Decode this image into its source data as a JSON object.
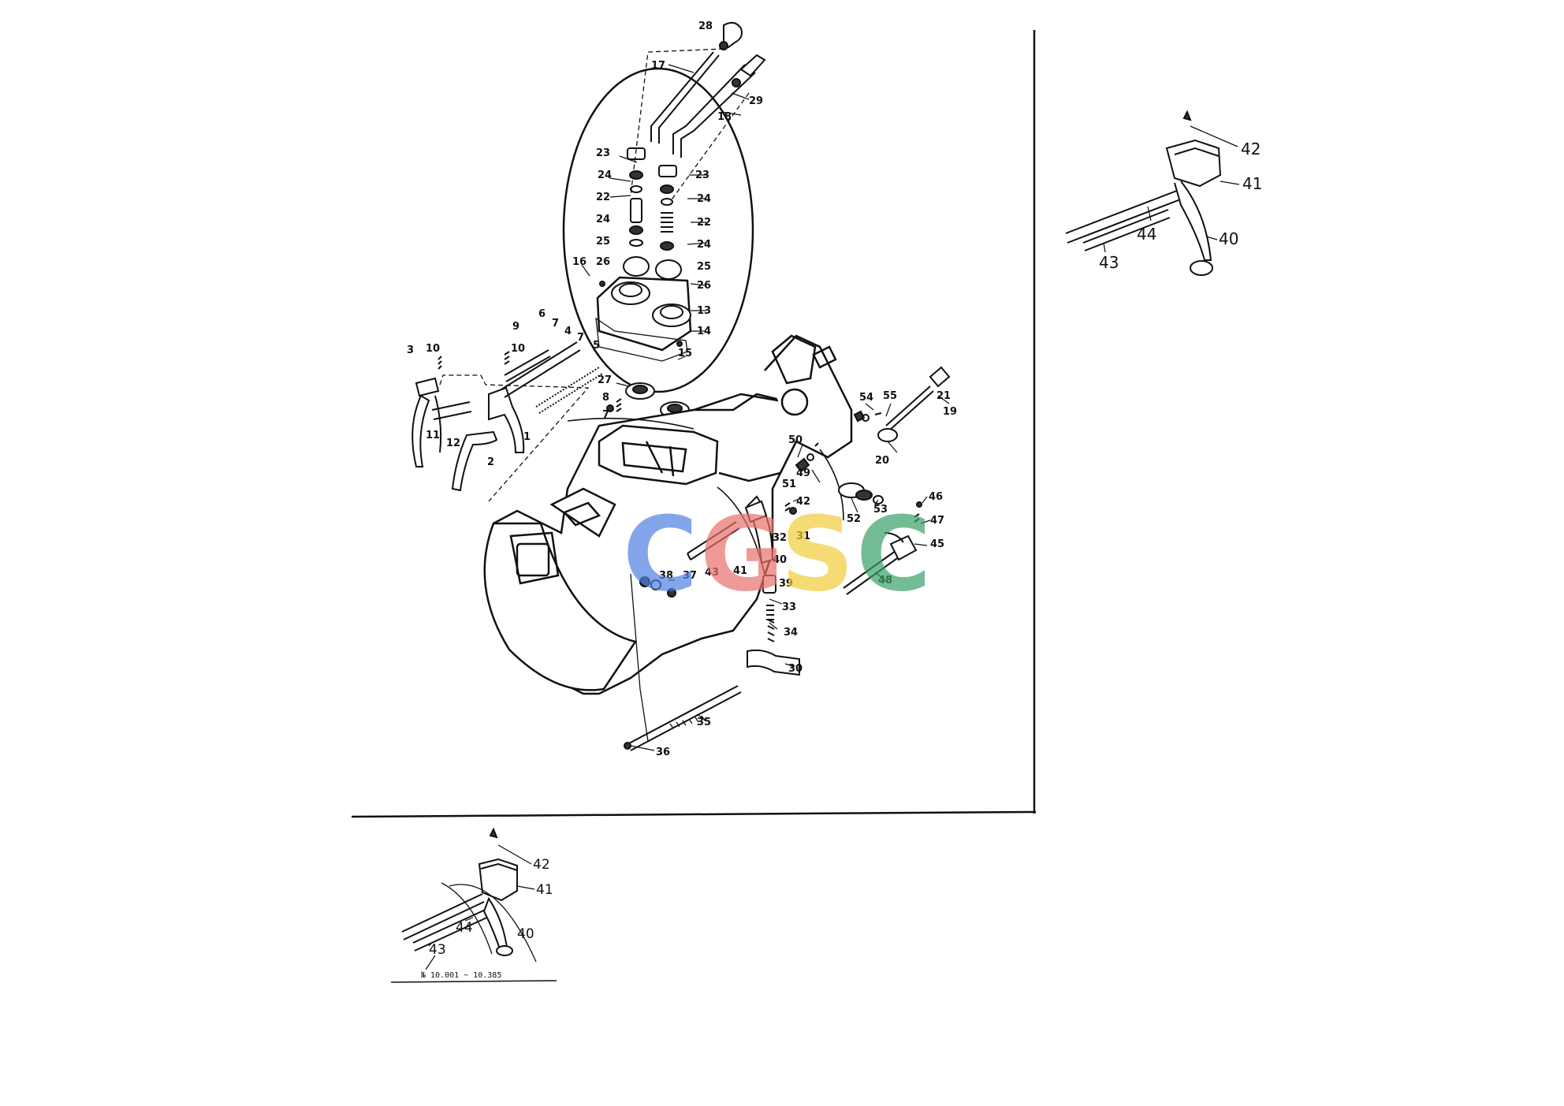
{
  "colors": {
    "ink": "#111111",
    "watermark_c1": "#4f7fe0",
    "watermark_g": "#e8706a",
    "watermark_s": "#f2cc3a",
    "watermark_c2": "#3aa06a"
  },
  "watermark": {
    "c1": "C",
    "g": "G",
    "s": "S",
    "c2": "C"
  },
  "main_labels": [
    {
      "id": "l28",
      "text": "28"
    },
    {
      "id": "l17",
      "text": "17"
    },
    {
      "id": "l29",
      "text": "29"
    },
    {
      "id": "l18",
      "text": "18"
    },
    {
      "id": "l23a",
      "text": "23"
    },
    {
      "id": "l23b",
      "text": "23"
    },
    {
      "id": "l24a",
      "text": "24"
    },
    {
      "id": "l24b",
      "text": "24"
    },
    {
      "id": "l22a",
      "text": "22"
    },
    {
      "id": "l22b",
      "text": "22"
    },
    {
      "id": "l24c",
      "text": "24"
    },
    {
      "id": "l24d",
      "text": "24"
    },
    {
      "id": "l25a",
      "text": "25"
    },
    {
      "id": "l25b",
      "text": "25"
    },
    {
      "id": "l26a",
      "text": "26"
    },
    {
      "id": "l26b",
      "text": "26"
    },
    {
      "id": "l16",
      "text": "16"
    },
    {
      "id": "l13",
      "text": "13"
    },
    {
      "id": "l14",
      "text": "14"
    },
    {
      "id": "l15",
      "text": "15"
    },
    {
      "id": "l27",
      "text": "27"
    },
    {
      "id": "l9",
      "text": "9"
    },
    {
      "id": "l6",
      "text": "6"
    },
    {
      "id": "l7a",
      "text": "7"
    },
    {
      "id": "l4",
      "text": "4"
    },
    {
      "id": "l7b",
      "text": "7"
    },
    {
      "id": "l5",
      "text": "5"
    },
    {
      "id": "l3",
      "text": "3"
    },
    {
      "id": "l10a",
      "text": "10"
    },
    {
      "id": "l10b",
      "text": "10"
    },
    {
      "id": "l8",
      "text": "8"
    },
    {
      "id": "l7c",
      "text": "7"
    },
    {
      "id": "l1",
      "text": "1"
    },
    {
      "id": "l11",
      "text": "11"
    },
    {
      "id": "l12",
      "text": "12"
    },
    {
      "id": "l2",
      "text": "2"
    },
    {
      "id": "l54",
      "text": "54"
    },
    {
      "id": "l55",
      "text": "55"
    },
    {
      "id": "l21",
      "text": "21"
    },
    {
      "id": "l19",
      "text": "19"
    },
    {
      "id": "l20",
      "text": "20"
    },
    {
      "id": "l50",
      "text": "50"
    },
    {
      "id": "l49",
      "text": "49"
    },
    {
      "id": "l51",
      "text": "51"
    },
    {
      "id": "l42",
      "text": "42"
    },
    {
      "id": "l52",
      "text": "52"
    },
    {
      "id": "l53",
      "text": "53"
    },
    {
      "id": "l46",
      "text": "46"
    },
    {
      "id": "l47",
      "text": "47"
    },
    {
      "id": "l45",
      "text": "45"
    },
    {
      "id": "l31",
      "text": "31"
    },
    {
      "id": "l32",
      "text": "32"
    },
    {
      "id": "l40",
      "text": "40"
    },
    {
      "id": "l43",
      "text": "43"
    },
    {
      "id": "l41",
      "text": "41"
    },
    {
      "id": "l38",
      "text": "38"
    },
    {
      "id": "l37",
      "text": "37"
    },
    {
      "id": "l39",
      "text": "39"
    },
    {
      "id": "l48",
      "text": "48"
    },
    {
      "id": "l33",
      "text": "33"
    },
    {
      "id": "l34",
      "text": "34"
    },
    {
      "id": "l30",
      "text": "30"
    },
    {
      "id": "l35",
      "text": "35"
    },
    {
      "id": "l36",
      "text": "36"
    }
  ],
  "inset_right_labels": [
    {
      "id": "r42",
      "text": "42"
    },
    {
      "id": "r41",
      "text": "41"
    },
    {
      "id": "r40",
      "text": "40"
    },
    {
      "id": "r44",
      "text": "44"
    },
    {
      "id": "r43",
      "text": "43"
    }
  ],
  "inset_bottom_labels": [
    {
      "id": "b42",
      "text": "42"
    },
    {
      "id": "b41",
      "text": "41"
    },
    {
      "id": "b40",
      "text": "40"
    },
    {
      "id": "b44",
      "text": "44"
    },
    {
      "id": "b43",
      "text": "43"
    }
  ],
  "inset_bottom_caption": "№ 10.001 ~ 10.385"
}
